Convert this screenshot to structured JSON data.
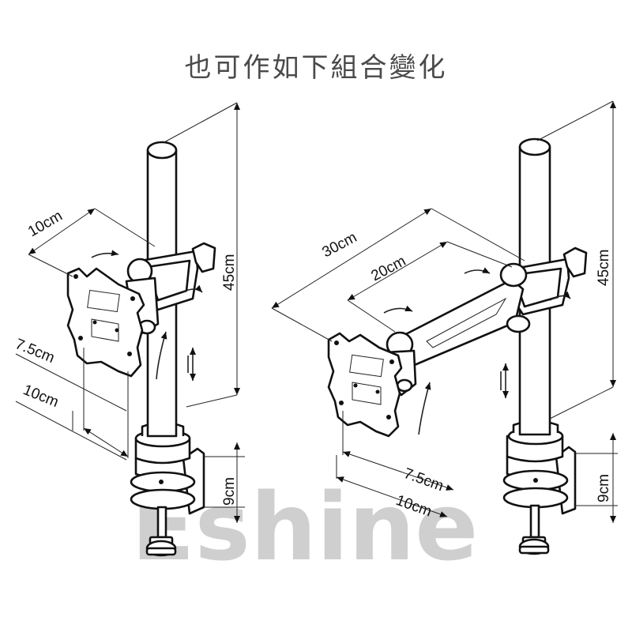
{
  "title": "也可作如下組合變化",
  "watermark": "Eshine",
  "left_mount": {
    "arm_depth": "10cm",
    "pole_height": "45cm",
    "vesa_small": "7.5cm",
    "vesa_large": "10cm",
    "clamp_thickness": "9cm"
  },
  "right_mount": {
    "arm_total": "30cm",
    "arm_inner": "20cm",
    "pole_height": "45cm",
    "vesa_small": "7.5cm",
    "vesa_large": "10cm",
    "clamp_thickness": "9cm"
  }
}
